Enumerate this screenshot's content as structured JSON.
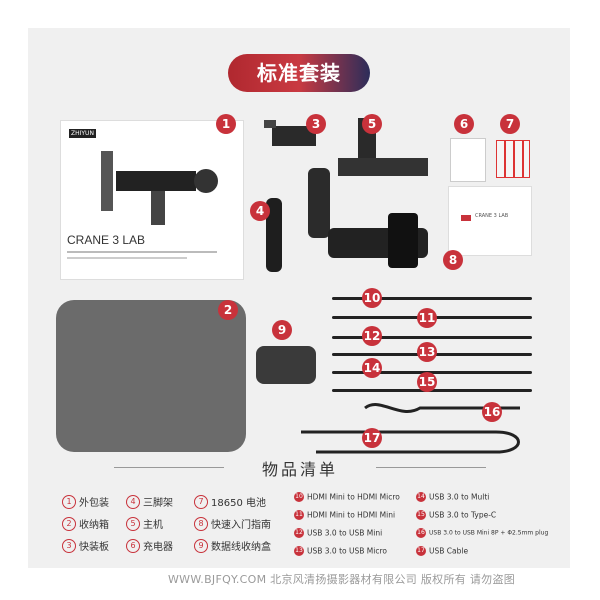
{
  "title": "标准套装",
  "badges": [
    "1",
    "2",
    "3",
    "4",
    "5",
    "6",
    "7",
    "8",
    "9",
    "10",
    "11",
    "12",
    "13",
    "14",
    "15",
    "16",
    "17"
  ],
  "box": {
    "brand": "ZHIYUN",
    "product": "CRANE 3 LAB"
  },
  "guide": {
    "text": "CRANE 3 LAB"
  },
  "list_title": "物品清单",
  "items_left": [
    {
      "num": "1",
      "label": "外包装"
    },
    {
      "num": "2",
      "label": "收纳箱"
    },
    {
      "num": "3",
      "label": "快装板"
    }
  ],
  "items_mid1": [
    {
      "num": "4",
      "label": "三脚架"
    },
    {
      "num": "5",
      "label": "主机"
    },
    {
      "num": "6",
      "label": "充电器"
    }
  ],
  "items_mid2": [
    {
      "num": "7",
      "label": "18650 电池"
    },
    {
      "num": "8",
      "label": "快速入门指南"
    },
    {
      "num": "9",
      "label": "数据线收纳盒"
    }
  ],
  "items_right1": [
    {
      "num": "10",
      "label": "HDMI Mini to HDMI Micro"
    },
    {
      "num": "11",
      "label": "HDMI Mini to HDMI Mini"
    },
    {
      "num": "12",
      "label": "USB 3.0 to USB Mini"
    },
    {
      "num": "13",
      "label": "USB 3.0 to USB Micro"
    }
  ],
  "items_right2": [
    {
      "num": "14",
      "label": "USB 3.0 to Multi"
    },
    {
      "num": "15",
      "label": "USB 3.0 to Type-C"
    },
    {
      "num": "16",
      "label": "USB 3.0 to USB Mini 8P + Φ2.5mm plug"
    },
    {
      "num": "17",
      "label": "USB Cable"
    }
  ],
  "watermark": "WWW.BJFQY.COM 北京风清扬摄影器材有限公司 版权所有 请勿盗图"
}
